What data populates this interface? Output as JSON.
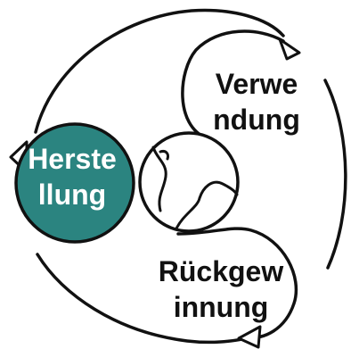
{
  "colors": {
    "stroke": "#111111",
    "herstellung_fill": "#2b8480",
    "herstellung_text": "#ffffff",
    "background": "#ffffff"
  },
  "nodes": {
    "herstellung": {
      "line1": "Herste",
      "line2": "llung"
    },
    "verwendung": {
      "line1": "Verwe",
      "line2": "ndung"
    },
    "rueckgewinnung": {
      "line1": "Rückgew",
      "line2": "innung"
    }
  },
  "icons": {
    "center": "globe-icon",
    "arrowheads": [
      "arrowhead-left-icon",
      "arrowhead-right-icon",
      "arrowhead-bottom-icon"
    ]
  }
}
